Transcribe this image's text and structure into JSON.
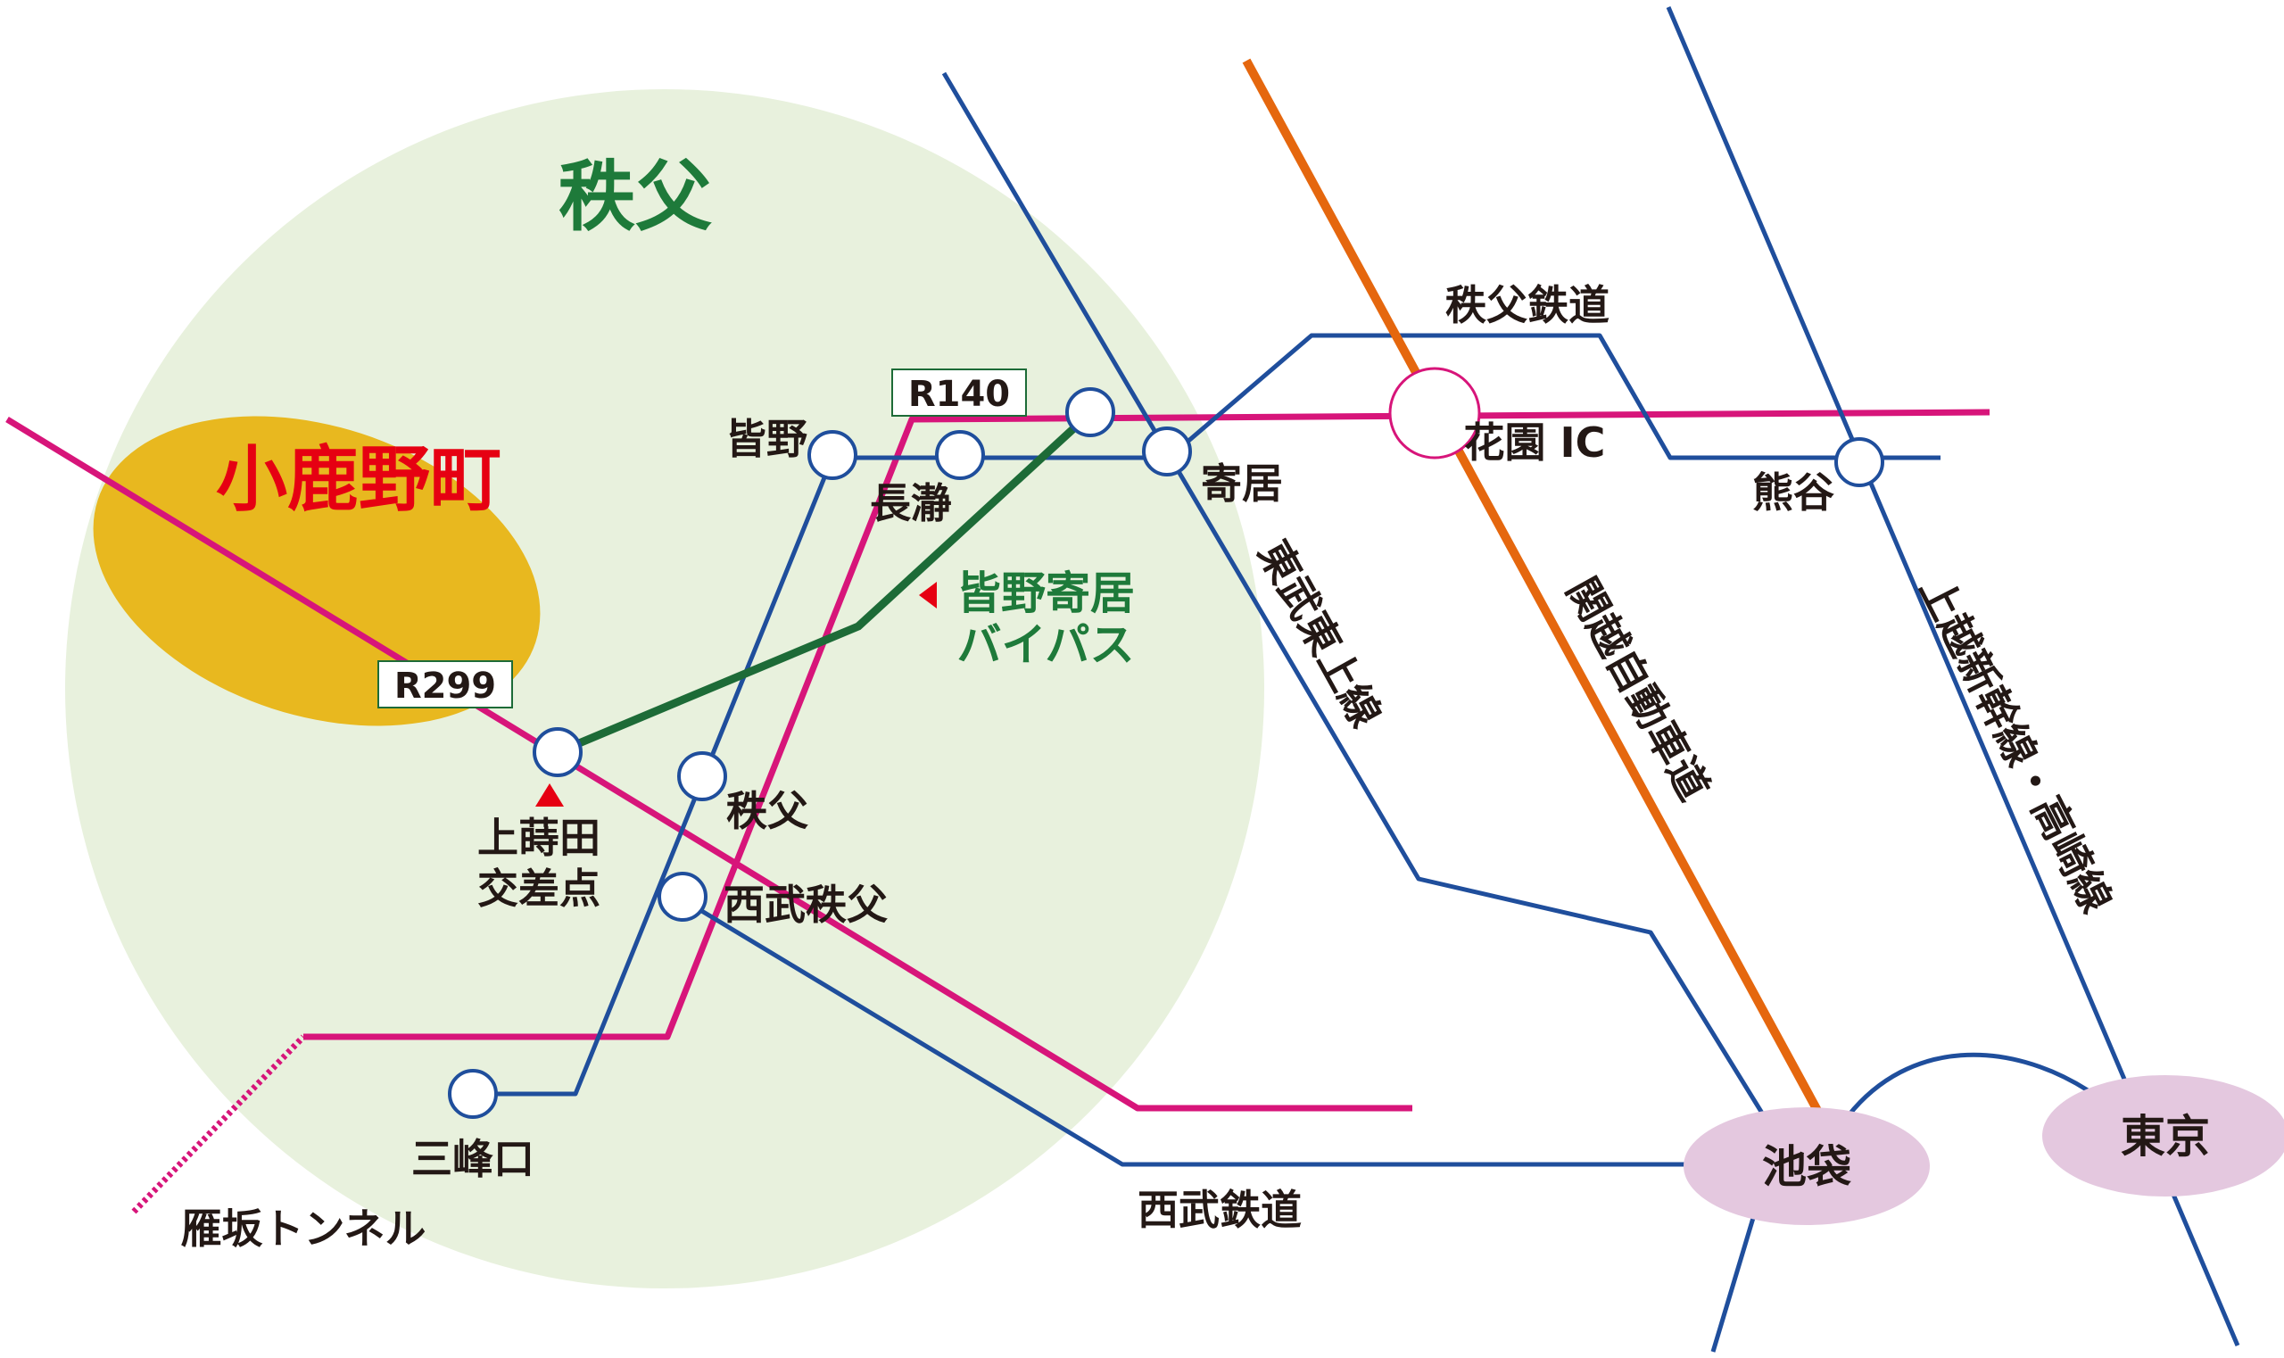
{
  "colors": {
    "area_circle": "#e8f1dd",
    "town_area": "#e8b81f",
    "rail_line": "#1f4e9c",
    "road": "#d7157a",
    "bypass": "#1d6b37",
    "expressway": "#e5670e",
    "hub": "#e4c8df",
    "station_stroke": "#1f4e9c",
    "ic_stroke": "#d7157a",
    "marker": "#e60012",
    "region_label": "#1e7a3a",
    "town_label": "#e60012",
    "text": "#231815"
  },
  "region": {
    "area_name": "秩父",
    "town_name": "小鹿野町"
  },
  "roads": {
    "r140": "R140",
    "r299": "R299",
    "tunnel": "雁坂トンネル",
    "bypass_line1": "皆野寄居",
    "bypass_line2": "バイパス",
    "expressway": "関越自動車道"
  },
  "railways": {
    "chichibu_railway": "秩父鉄道",
    "tobu_tojo": "東武東上線",
    "seibu": "西武鉄道",
    "joetsu_takasaki": "上越新幹線・高崎線"
  },
  "stations": {
    "minano": "皆野",
    "nagatoro": "長瀞",
    "yorii": "寄居",
    "kumagaya": "熊谷",
    "chichibu": "秩父",
    "seibu_chichibu": "西武秩父",
    "mitsuminekuchi": "三峰口",
    "hanazono_ic": "花園 IC"
  },
  "landmark": {
    "crossing_line1": "上蒔田",
    "crossing_line2": "交差点"
  },
  "hubs": {
    "ikebukuro": "池袋",
    "tokyo": "東京"
  },
  "icons": {
    "station": "station-circle-icon",
    "interchange": "interchange-circle-icon",
    "marker": "red-triangle-marker-icon"
  }
}
